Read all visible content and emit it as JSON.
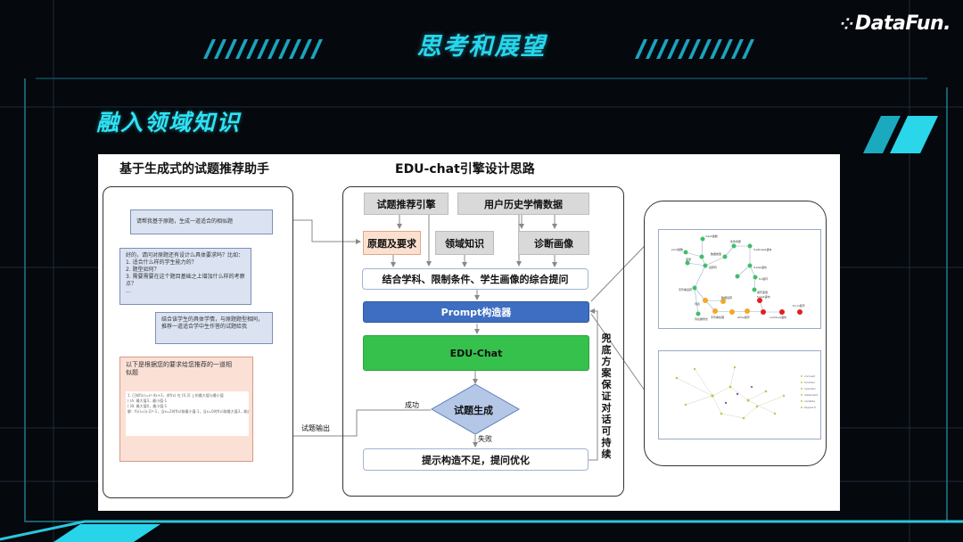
{
  "brand": {
    "logo_text": "DataFun."
  },
  "slide": {
    "title": "思考和展望",
    "section": "融入领域知识"
  },
  "left": {
    "title": "基于生成式的试题推荐助手",
    "bubble1": "请帮我基于原题，生成一道适合的相似题",
    "bubble2_lines": [
      "好的，请问对原题还有设计么具体要求吗？比如：",
      "1.    适合什么样的学生能力的？",
      "2.    题型如何？",
      "3.    需要需要在这个题目基础之上增加什么样的考察",
      "       点？",
      "..."
    ],
    "bubble3": "结合该学生的具体学情，与原题题型相同，推荐一道适合学中生作答的试题给我",
    "bubble4_lines": [
      "以下是根据您的要求给您推荐的一道相",
      "似题"
    ],
    "code_lines": [
      "1. 已知f(x)=x²-4x+3，求f(x) 在 [0,3] 上的最大值与最小值",
      "( )A. 最大值3，最小值-1",
      "( )B. 最大值0，最小值-1",
      "解：f(x)=(x-2)²-1，当x=2时f(x)取最小值-1，当x=0时f(x)取最大值3，故选A"
    ]
  },
  "middle": {
    "title": "EDU-chat引擎设计思路",
    "top1": "试题推荐引擎",
    "top2": "用户历史学情数据",
    "row1": "原题及要求",
    "row2": "领域知识",
    "row3": "诊断画像",
    "combine": "结合学科、限制条件、学生画像的综合提问",
    "prompt": "Prompt构造器",
    "chat": "EDU-Chat",
    "decision": "试题生成",
    "success": "成功",
    "fail": "失败",
    "output": "试题输出",
    "bottom": "提示构造不足，提问优化",
    "side_text": "兜底方案保证对话可持续"
  },
  "graph": {
    "nodes_top": [
      "input函数",
      "条件判断",
      "数据类型",
      "print函数",
      "运算符",
      "变量",
      "if-elif-else语句",
      "if-else语句",
      "for循环",
      "循环变量",
      "字符串运算",
      "列表",
      "数据运算",
      "break语句",
      "for-in循环",
      "continue语句",
      "列表推导式",
      "while循环",
      "字符串处理"
    ],
    "legend_bottom": [
      "concept",
      "function",
      "operator",
      "statement",
      "variable",
      "keyword"
    ]
  },
  "colors": {
    "accent": "#27d7ee",
    "prompt_blue": "#3d6ec1",
    "chat_green": "#36c04c",
    "orange_box": "#fbe0cf",
    "node_green": "#3fbf6a",
    "node_orange": "#f5a623",
    "node_red": "#e0201f"
  }
}
